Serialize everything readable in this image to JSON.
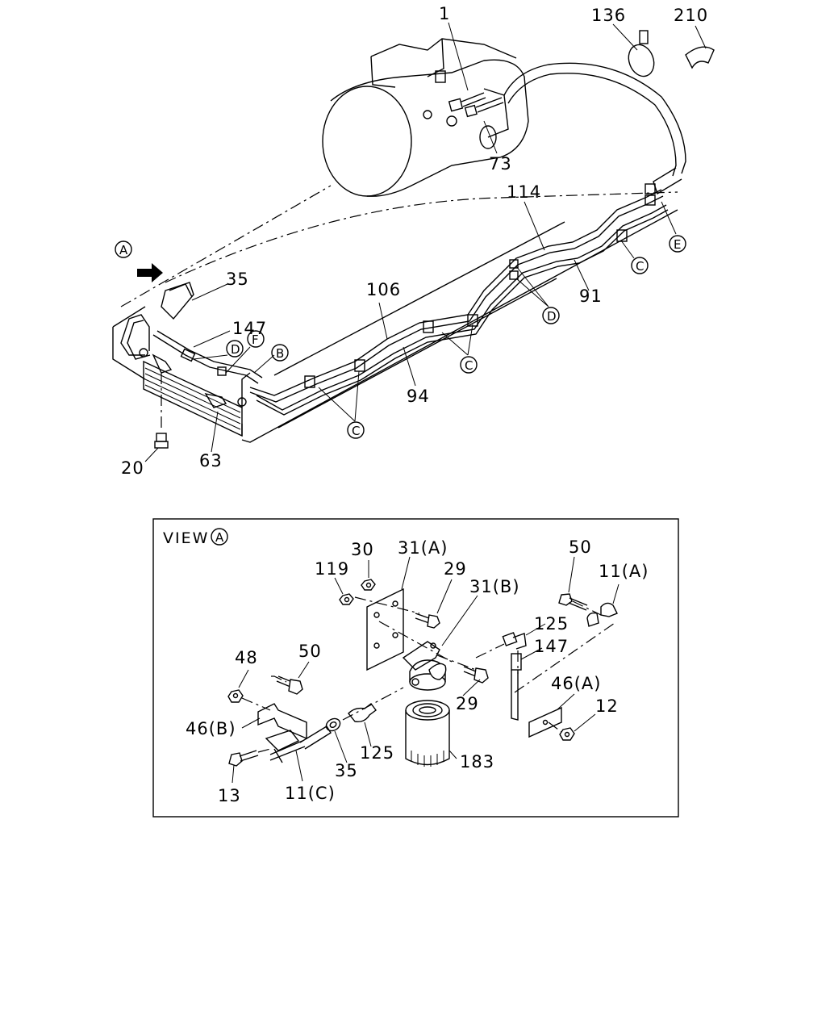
{
  "main_view": {
    "view_marker": "A",
    "callouts": {
      "c1": "1",
      "c136": "136",
      "c210": "210",
      "c73": "73",
      "c114": "114",
      "c35": "35",
      "c147": "147",
      "c106": "106",
      "c91": "91",
      "c94": "94",
      "c20": "20",
      "c63": "63"
    },
    "circle_refs": {
      "e": "E",
      "c_right": "C",
      "d_right": "D",
      "c_mid": "C",
      "c_left": "C",
      "d_left": "D",
      "f": "F",
      "b": "B"
    }
  },
  "view_a": {
    "title": "VIEW",
    "title_ref": "A",
    "callouts": {
      "c30": "30",
      "c31a": "31(A)",
      "c119": "119",
      "c29_top": "29",
      "c31b": "31(B)",
      "c50_right": "50",
      "c11a": "11(A)",
      "c125_right": "125",
      "c147": "147",
      "c48": "48",
      "c50_left": "50",
      "c46a": "46(A)",
      "c12": "12",
      "c29_bottom": "29",
      "c46b": "46(B)",
      "c125_left": "125",
      "c183": "183",
      "c35": "35",
      "c13": "13",
      "c11c": "11(C)"
    }
  }
}
